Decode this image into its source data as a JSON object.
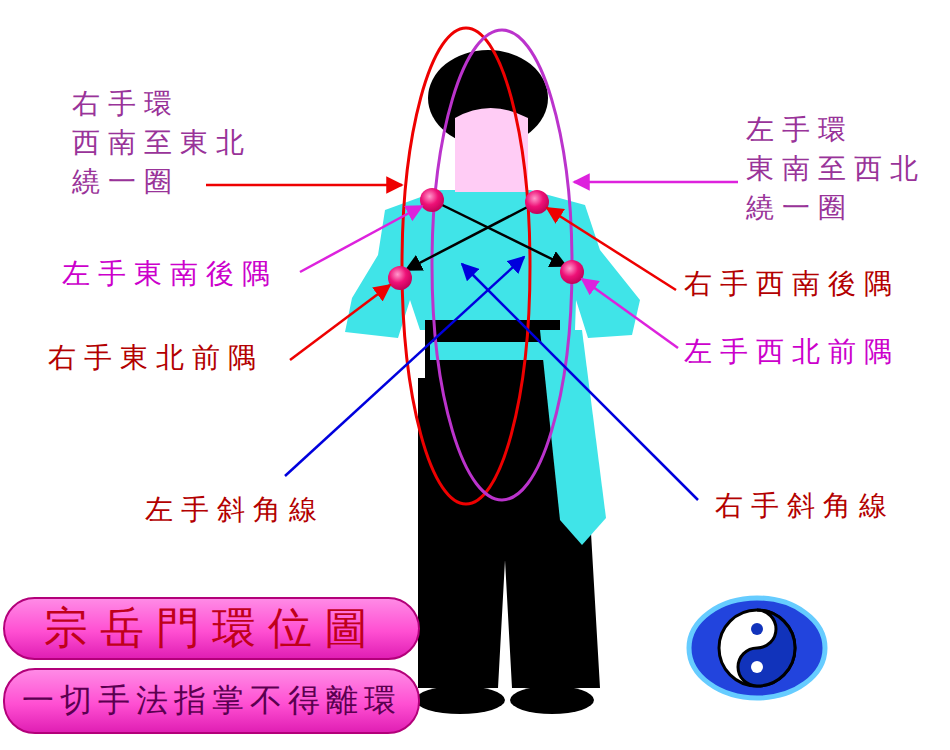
{
  "diagram": {
    "nodes": [
      {
        "text": [
          "宗岳門環位圖"
        ]
      },
      {
        "text": [
          "一切手法指掌不得離環"
        ]
      }
    ],
    "labels": [
      "右手環 西南至東北 繞一圈",
      "左手環 東南至西北 繞一圈",
      "左手東南後隅",
      "右手東北前隅",
      "右手西南後隅",
      "左手西北前隅",
      "左手斜角線",
      "右手斜角線"
    ]
  }
}
